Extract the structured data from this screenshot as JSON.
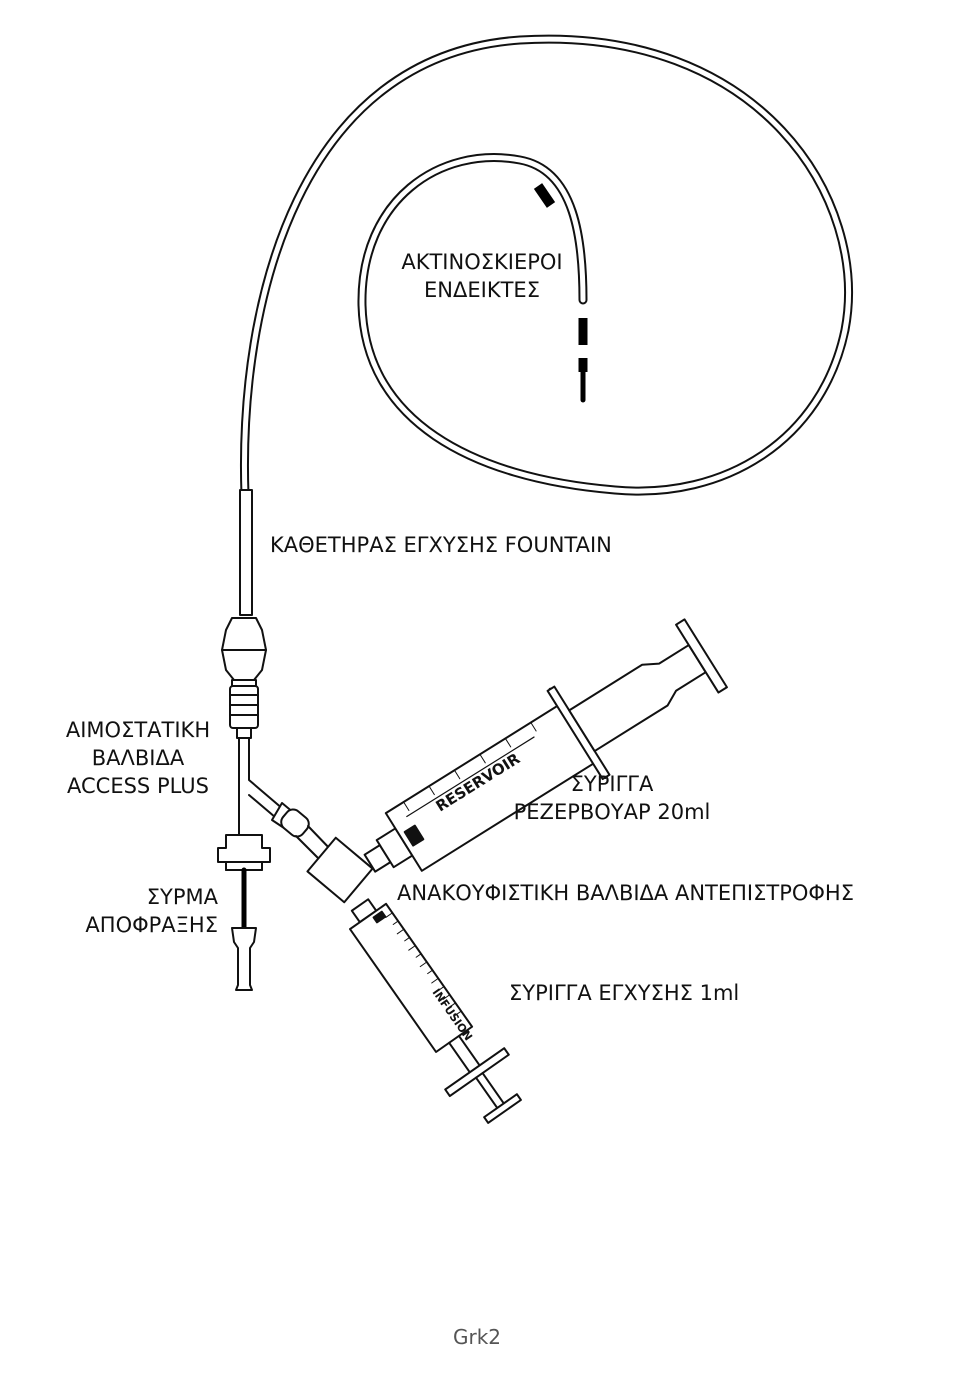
{
  "labels": {
    "markers": [
      "ΑΚΤΙΝΟΣΚΙΕΡΟΙ",
      "ΕΝΔΕΙΚΤΕΣ"
    ],
    "catheter": "ΚΑΘΕΤΗΡΑΣ ΕΓΧΥΣΗΣ FOUNTAIN",
    "valve": [
      "ΑΙΜΟΣΤΑΤΙΚΗ",
      "ΒΑΛΒΙΔΑ",
      "ACCESS PLUS"
    ],
    "reservoir_syringe": [
      "ΣΥΡΙΓΓΑ",
      "ΡΕΖΕΡΒΟΥΑΡ 20ml"
    ],
    "check_valve": "ΑΝΑΚΟΥΦΙΣΤΙΚΗ ΒΑΛΒΙΔΑ ΑΝΤΕΠΙΣΤΡΟΦΗΣ",
    "occluding_wire": [
      "ΣΥΡΜΑ",
      "ΑΠΟΦΡΑΞΗΣ"
    ],
    "infusion_syringe": "ΣΥΡΙΓΓΑ ΕΓΧΥΣΗΣ 1ml"
  },
  "syringe_print": {
    "reservoir": "RESERVOIR",
    "infusion": "INFUSION"
  },
  "footer": "Grk2"
}
